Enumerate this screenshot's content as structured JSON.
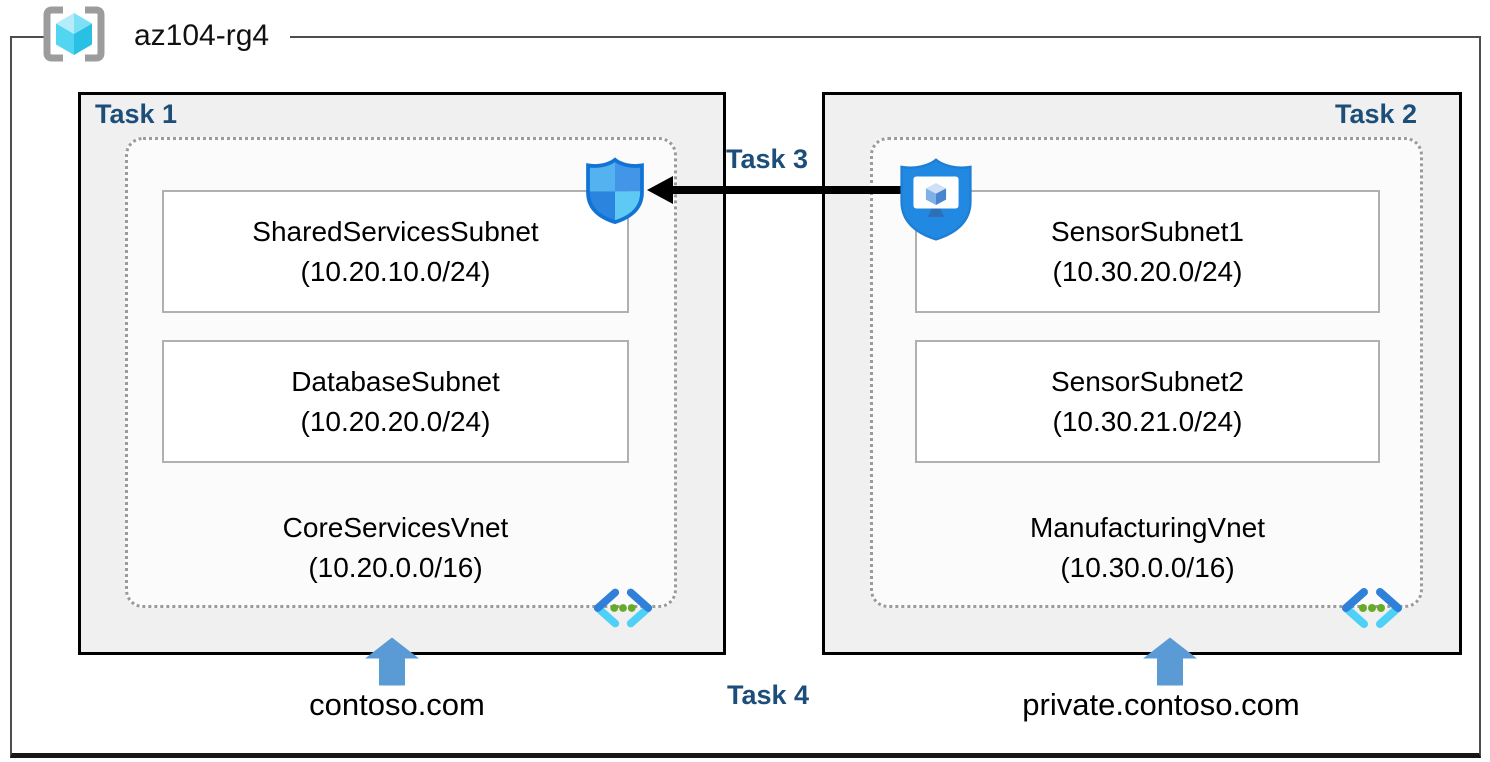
{
  "resource_group": {
    "name": "az104-rg4"
  },
  "tasks": {
    "task1": "Task 1",
    "task2": "Task 2",
    "task3": "Task 3",
    "task4": "Task 4"
  },
  "vnets": [
    {
      "name": "CoreServicesVnet",
      "cidr": "(10.20.0.0/16)",
      "dns": "contoso.com",
      "subnets": [
        {
          "name": "SharedServicesSubnet",
          "cidr": "(10.20.10.0/24)"
        },
        {
          "name": "DatabaseSubnet",
          "cidr": "(10.20.20.0/24)"
        }
      ]
    },
    {
      "name": "ManufacturingVnet",
      "cidr": "(10.30.0.0/16)",
      "dns": "private.contoso.com",
      "subnets": [
        {
          "name": "SensorSubnet1",
          "cidr": "(10.30.20.0/24)"
        },
        {
          "name": "SensorSubnet2",
          "cidr": "(10.30.21.0/24)"
        }
      ]
    }
  ],
  "icons": {
    "resource_group": "azure-resource-group-icon",
    "network_security": "nsg-shield-icon",
    "vm_security": "defender-vm-shield-icon",
    "virtual_network": "virtual-network-chevrons-icon",
    "up_arrow": "blue-up-arrow-icon",
    "peering_arrow": "black-left-arrow"
  },
  "colors": {
    "task_label": "#1c4e79",
    "box_bg": "#f0f0f0",
    "box_border": "#000000",
    "dashed_border": "#9b9b9b",
    "subnet_border": "#b0b0b0",
    "arrow_blue": "#5b9bd5",
    "arrow_black": "#000000",
    "shield_blue": "#2189e1",
    "vnet_cyan": "#4fd0f7",
    "vnet_green_dot": "#68ab29"
  }
}
